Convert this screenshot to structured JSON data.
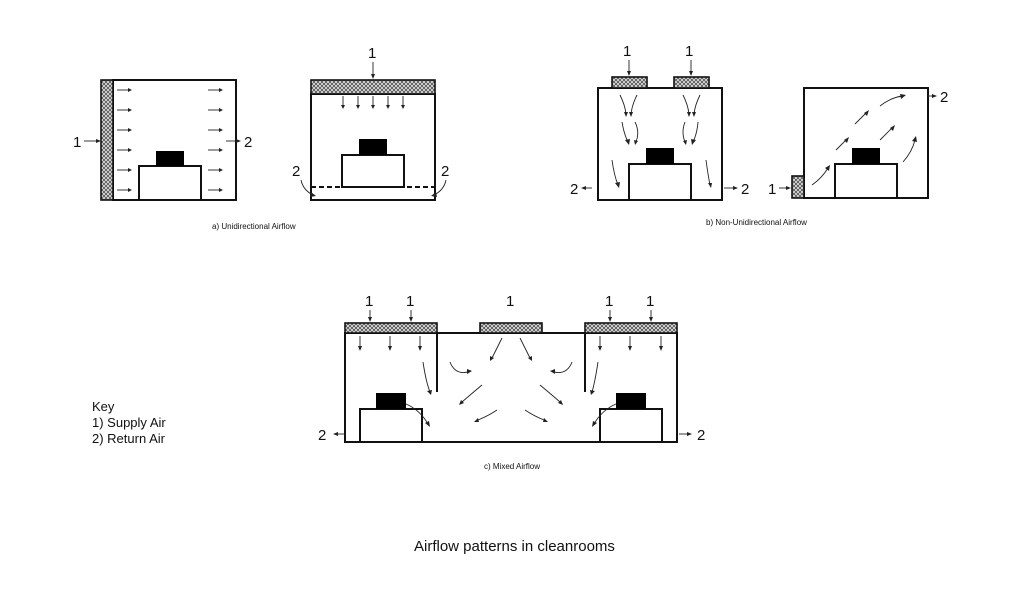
{
  "labels": {
    "supply_num": "1",
    "return_num": "2"
  },
  "captions": {
    "a": "a)  Unidirectional Airflow",
    "b": "b) Non-Unidirectional Airflow",
    "c": "c) Mixed Airflow"
  },
  "key": {
    "heading": "Key",
    "item1": "1) Supply Air",
    "item2": "2) Return Air"
  },
  "title": "Airflow patterns in cleanrooms",
  "colors": {
    "line": "#111111",
    "filter_fill": "#bfbfbf",
    "background": "#ffffff"
  }
}
